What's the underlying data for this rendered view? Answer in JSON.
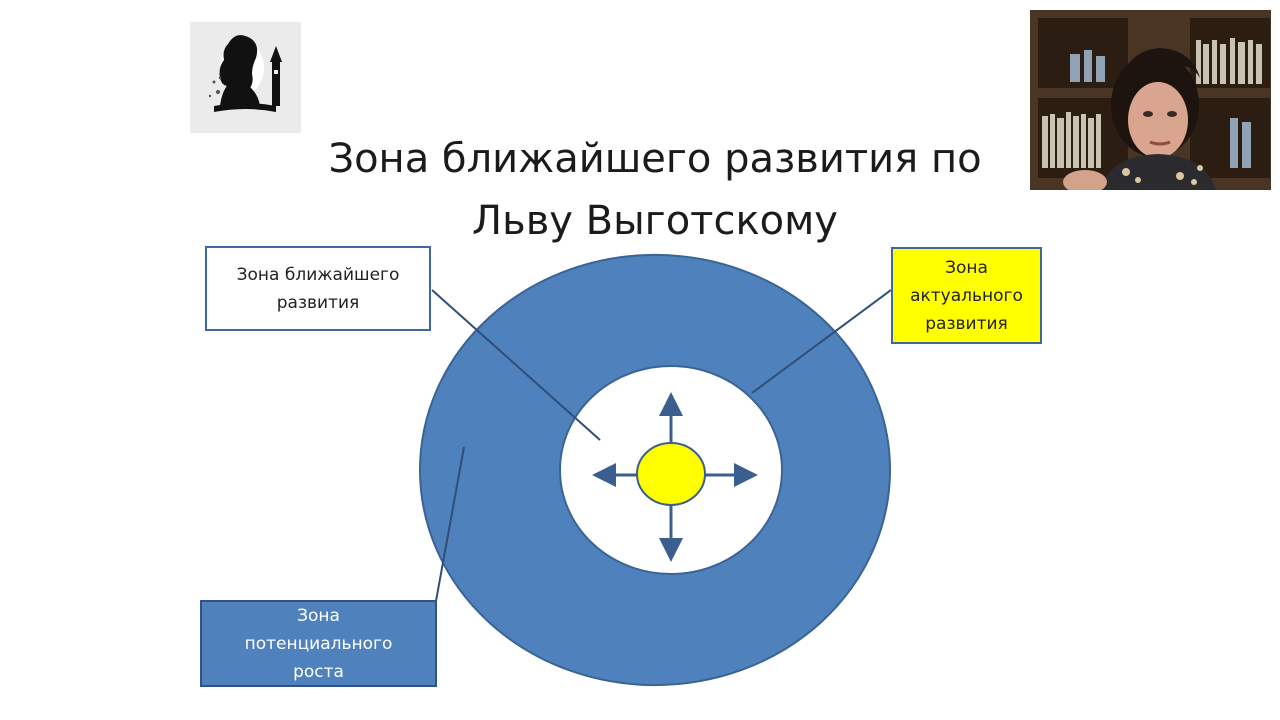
{
  "slide": {
    "title_line1": "Зона ближайшего развития по",
    "title_line2": "Льву Выготскому"
  },
  "labels": {
    "nearest_zone": [
      "Зона ближайшего",
      "развития"
    ],
    "actual_zone": [
      "Зона",
      "актуального",
      "развития"
    ],
    "potential_zone": [
      "Зона",
      "потенциального",
      "роста"
    ]
  },
  "colors": {
    "ring": "#4f81bd",
    "ring_border": "#3a6396",
    "center_fill": "#ffff00",
    "actual_box_fill": "#ffff00",
    "potential_box_fill": "#4f81bd",
    "arrow": "#3a5f8f"
  },
  "icons": {
    "logo": "silhouette-woman-big-ben-logo",
    "webcam": "presenter-webcam-feed"
  }
}
